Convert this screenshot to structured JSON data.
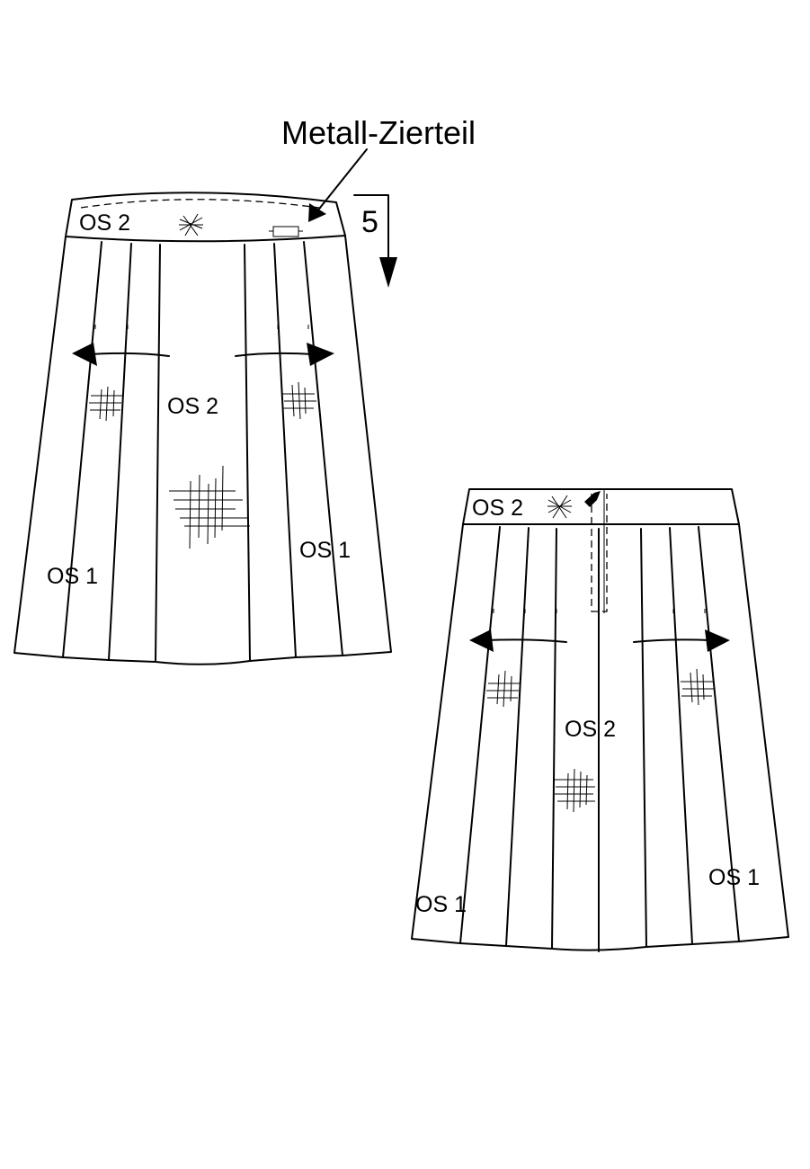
{
  "annotation": {
    "ornament_label": "Metall-Zierteil",
    "measurement": "5"
  },
  "front_view": {
    "waistband_label": "OS 2",
    "center_panel_label": "OS 2",
    "left_panel_label": "OS 1",
    "right_panel_label": "OS 1"
  },
  "back_view": {
    "waistband_label": "OS 2",
    "center_panel_label": "OS 2",
    "left_panel_label": "OS 1",
    "right_panel_label": "OS 1"
  },
  "colors": {
    "line": "#000000",
    "background": "#ffffff"
  }
}
